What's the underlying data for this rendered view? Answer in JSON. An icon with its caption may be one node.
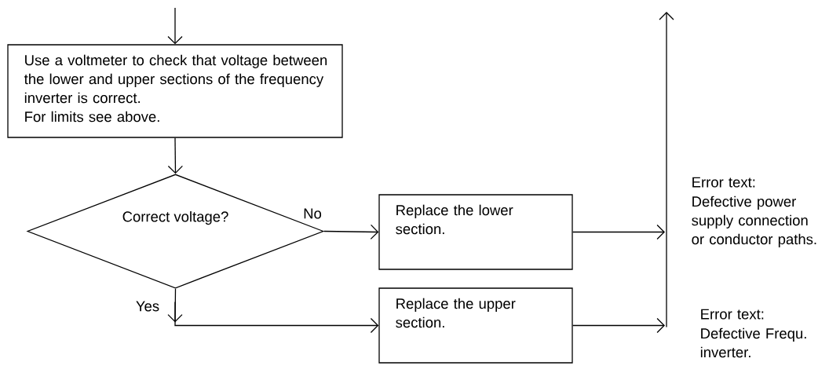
{
  "diagram": {
    "nodes": [
      {
        "text": [
          "Use a voltmeter to check that voltage between the lower and upper sections of the frequency inverter is correct.",
          "For limits see above."
        ]
      },
      {
        "text": [
          "Correct voltage?"
        ]
      },
      {
        "text": [
          "Replace the lower section."
        ]
      },
      {
        "text": [
          "Replace the upper section."
        ]
      }
    ],
    "edges": [
      {
        "from": null,
        "to": 0,
        "arrow": "to"
      },
      {
        "from": 0,
        "to": 1,
        "arrow": "to"
      },
      {
        "from": 1,
        "to": 2,
        "arrow": "to",
        "label": "No"
      },
      {
        "from": 1,
        "to": 3,
        "arrow": "to",
        "label": "Yes"
      },
      {
        "from": 2,
        "to": null,
        "arrow": "to"
      },
      {
        "from": 3,
        "to": null,
        "arrow": "to"
      }
    ],
    "labels": [
      "Error text:",
      "Defective power supply connection or conductor paths.",
      "Error text:",
      "Defective Frequ. inverter."
    ]
  }
}
